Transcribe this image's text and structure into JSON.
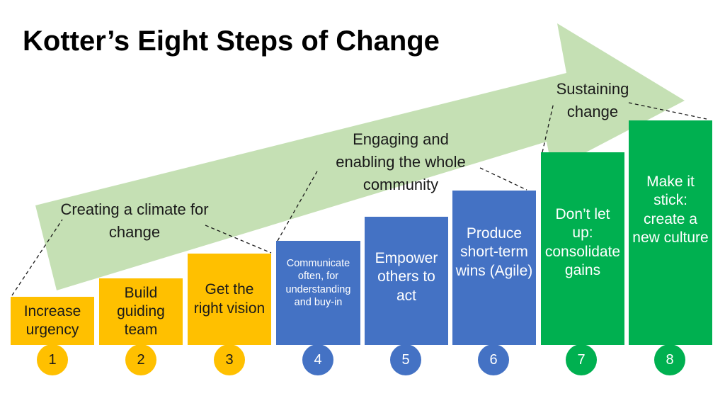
{
  "title": "Kotter’s Eight Steps of Change",
  "phases": [
    {
      "label": "Creating a climate for\nchange"
    },
    {
      "label": "Engaging and\nenabling the whole\ncommunity"
    },
    {
      "label": "Sustaining\nchange"
    }
  ],
  "steps": [
    {
      "number": "1",
      "label": "Increase urgency",
      "color": "#FFC000"
    },
    {
      "number": "2",
      "label": "Build guiding team",
      "color": "#FFC000"
    },
    {
      "number": "3",
      "label": "Get the right vision",
      "color": "#FFC000"
    },
    {
      "number": "4",
      "label": "Communicate often, for understanding and buy-in",
      "color": "#4472C4"
    },
    {
      "number": "5",
      "label": "Empower others to act",
      "color": "#4472C4"
    },
    {
      "number": "6",
      "label": "Produce short-term wins (Agile)",
      "color": "#4472C4"
    },
    {
      "number": "7",
      "label": "Don’t let up: consolidate gains",
      "color": "#00B050"
    },
    {
      "number": "8",
      "label": "Make it stick: create a new culture",
      "color": "#00B050"
    }
  ],
  "arrow_color": "#C5E0B4"
}
